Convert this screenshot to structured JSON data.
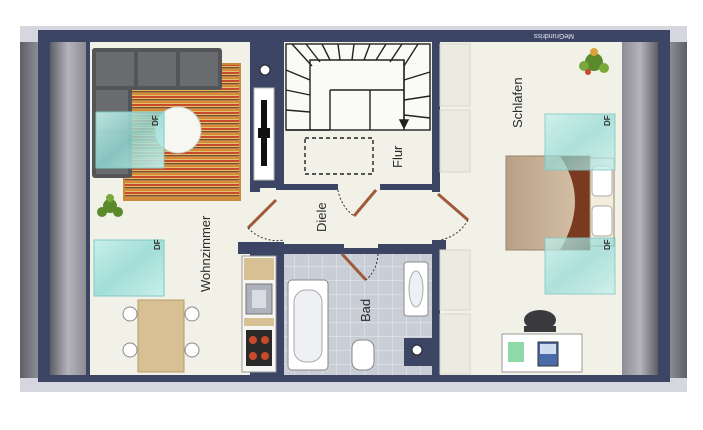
{
  "plan": {
    "watermark": "MeGrundriss",
    "rooms": {
      "wohnzimmer": "Wohnzimmer",
      "schlafen": "Schlafen",
      "flur": "Flur",
      "diele": "Diele",
      "bad": "Bad"
    },
    "skylight_label": "DF",
    "colors": {
      "wall": "#3d4565",
      "floor": "#f2f1e8",
      "roof": "#9c9ca4",
      "bath_tile": "#c9cdd6",
      "rug_accent": "#c94a2a",
      "bed": "#c8b49a",
      "bed_accent": "#7a3a20",
      "skylight": "#9fe0dc",
      "plant": "#5a8a2a"
    }
  }
}
